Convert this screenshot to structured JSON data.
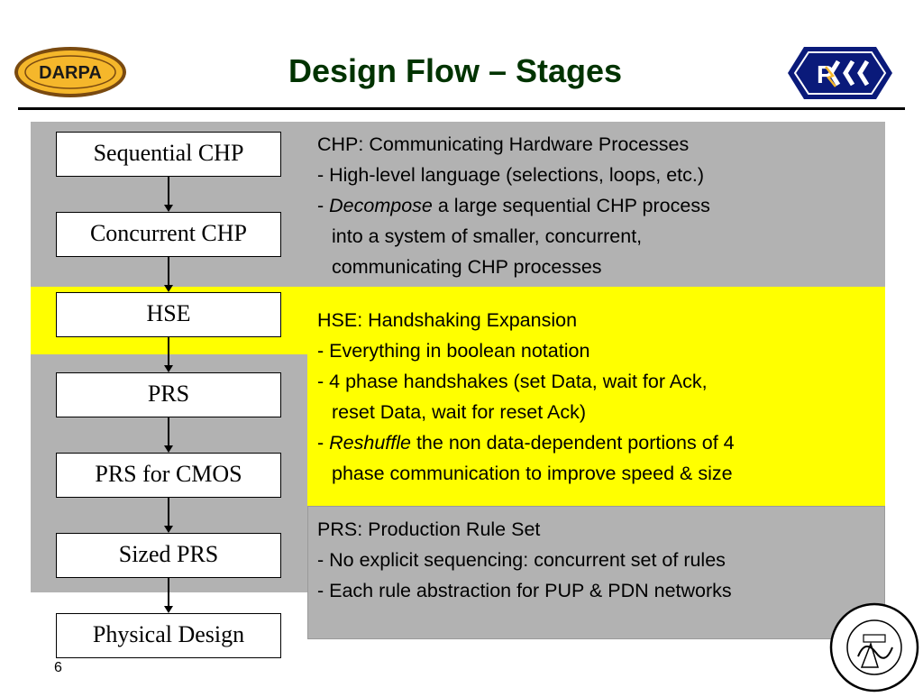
{
  "slide": {
    "title": "Design Flow – Stages",
    "page_number": "6",
    "logos": {
      "left": "DARPA",
      "right": "PACC"
    }
  },
  "stages": [
    "Sequential CHP",
    "Concurrent CHP",
    "HSE",
    "PRS",
    "PRS for CMOS",
    "Sized PRS",
    "Physical Design"
  ],
  "chp": {
    "heading": "CHP: Communicating Hardware Processes",
    "l1": "- High-level language (selections, loops, etc.)",
    "l2_prefix": "- ",
    "l2_em": "Decompose",
    "l2_rest": " a large sequential CHP process",
    "l3": "into a system of smaller, concurrent,",
    "l4": "communicating CHP processes"
  },
  "hse": {
    "heading": "HSE: Handshaking Expansion",
    "l1": "- Everything in boolean notation",
    "l2": "- 4 phase handshakes (set Data, wait for Ack,",
    "l3": "reset Data, wait for reset Ack)",
    "l4_prefix": "- ",
    "l4_em": "Reshuffle",
    "l4_rest": " the non data-dependent portions of 4",
    "l5": "phase communication to improve speed & size"
  },
  "prs": {
    "heading": "PRS: Production Rule Set",
    "l1": "- No explicit sequencing: concurrent set of rules",
    "l2": "- Each rule abstraction for  PUP & PDN networks"
  },
  "colors": {
    "title": "#003300",
    "gray_panel": "#b2b2b2",
    "yellow_panel": "#ffff00",
    "darpa_gold": "#f5b72b",
    "pacc_navy": "#0a1a7a"
  }
}
